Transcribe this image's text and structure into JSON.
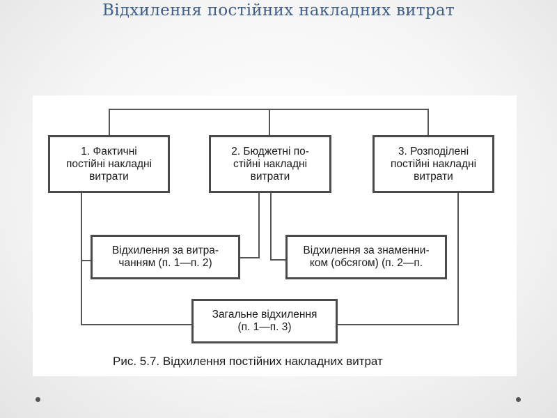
{
  "slide": {
    "title": "Відхилення постійних накладних витрат"
  },
  "diagram": {
    "boxes": {
      "actual": "1. Фактичні\nпостійні накладні\nвитрати",
      "budget": "2. Бюджетні по-\nстійні накладні\nвитрати",
      "allocated": "3. Розподілені\nпостійні накладні\nвитрати",
      "spending_variance": "Відхилення за витра-\nчанням (п. 1—п. 2)",
      "volume_variance": "Відхилення за знаменни-\nком (обсягом) (п. 2—п.",
      "total_variance": "Загальне відхилення\n(п. 1—п. 3)"
    },
    "caption": "Рис. 5.7. Відхилення постійних накладних витрат"
  },
  "colors": {
    "title": "#3f5f8a",
    "box_border": "#4a4a4a",
    "line": "#555555"
  }
}
